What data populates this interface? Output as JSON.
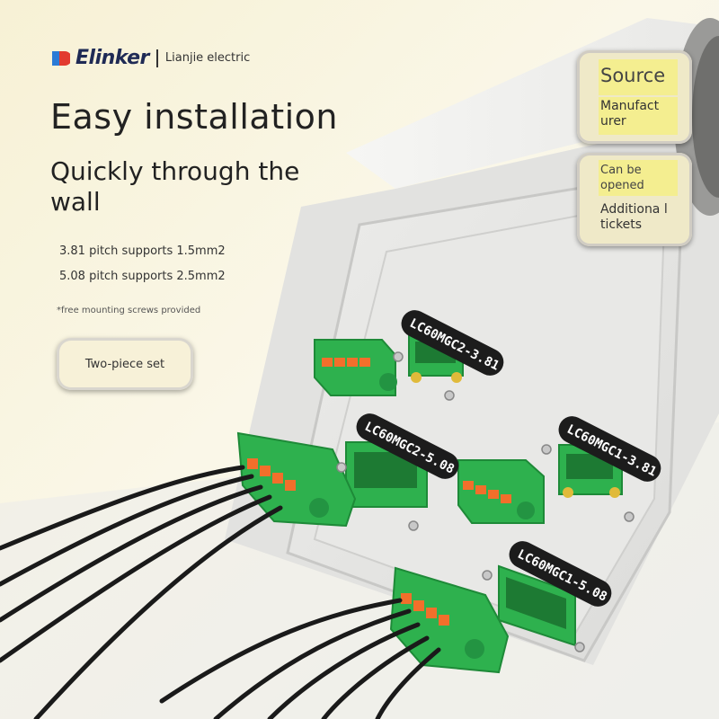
{
  "brand": {
    "name": "Elinker",
    "subtitle": "Lianjie electric"
  },
  "headline": "Easy installation",
  "subheadline": "Quickly through the wall",
  "specs": [
    "3.81 pitch supports 1.5mm2",
    "5.08 pitch supports 2.5mm2"
  ],
  "note": "*free mounting screws provided",
  "badge": "Two-piece set",
  "side_cards": [
    {
      "title": "Source",
      "body": "Manufact urer"
    },
    {
      "title": "Can be opened",
      "body": "Additiona l tickets"
    }
  ],
  "connector_labels": [
    "LC60MGC2-3.81",
    "LC60MGC2-5.08",
    "LC60MGC1-3.81",
    "LC60MGC1-5.08"
  ],
  "colors": {
    "connector_green": "#2eb14e",
    "highlight_yellow": "#f4ee90",
    "label_black": "#1c1c1c"
  }
}
